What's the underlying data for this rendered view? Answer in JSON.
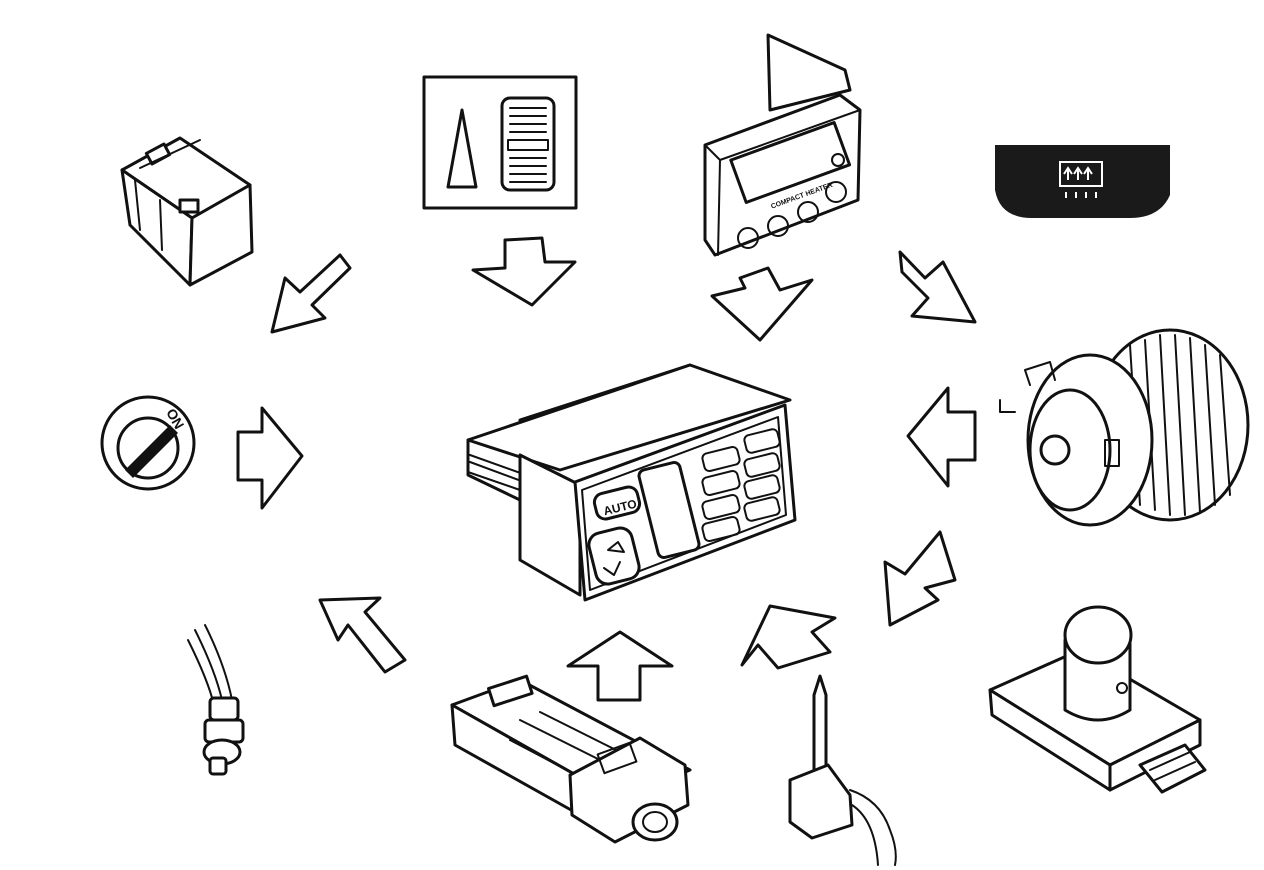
{
  "controller": {
    "auto_label": "AUTO"
  },
  "ignition": {
    "on_label": "ON"
  },
  "heater_display": {
    "caption": "COMPACT HEATER"
  },
  "colors": {
    "ink": "#111111",
    "paper": "#ffffff",
    "badge": "#1a1a1a"
  },
  "icons": {
    "battery": "battery-icon",
    "sun_sensor": "sun-load-sensor-icon",
    "heater_unit": "compact-heater-icon",
    "rear_defrost": "rear-defrost-icon",
    "ignition": "ignition-switch-icon",
    "blower": "blower-motor-icon",
    "temp_sensor": "temperature-sensor-icon",
    "aspirator": "aspirator-sensor-icon",
    "probe": "probe-sensor-icon",
    "module": "control-module-icon"
  }
}
